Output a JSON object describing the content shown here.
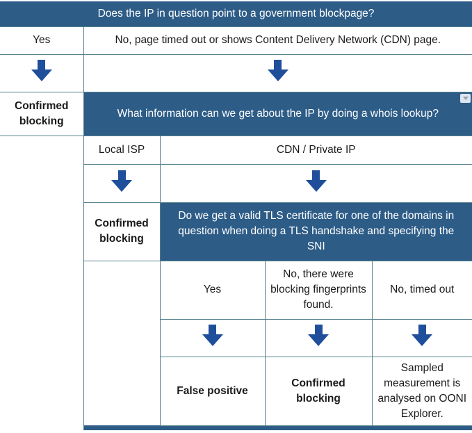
{
  "colors": {
    "question_bg": "#2d5c87",
    "question_text": "#ffffff",
    "arrow": "#1f4e9b",
    "border": "#55818e",
    "body_text": "#1a1a1a",
    "dropdown_chip_bg": "#dce6f2",
    "dropdown_chip_glyph": "#9aa0a6"
  },
  "icons": {
    "down_arrow": "down-block-arrow",
    "q2_corner": "dropdown-chevron"
  },
  "flow": {
    "q1": "Does the IP in question point to a government blockpage?",
    "branch1": {
      "yes": "Yes",
      "no": "No, page timed out or shows Content Delivery Network (CDN) page."
    },
    "outcome_confirmed_1": "Confirmed blocking",
    "q2": "What information can we get about the IP by doing a whois lookup?",
    "branch2": {
      "local_isp": "Local ISP",
      "cdn_private_ip": "CDN / Private IP"
    },
    "outcome_confirmed_2": "Confirmed blocking",
    "q3": "Do we get a valid TLS certificate for one of the domains in question when doing a TLS handshake and specifying the SNI",
    "branch3": {
      "yes": "Yes",
      "no_fingerprints": "No, there were blocking fingerprints found.",
      "no_timed_out": "No, timed out"
    },
    "outcome_false_positive": "False positive",
    "outcome_confirmed_3": "Confirmed blocking",
    "outcome_sampled": "Sampled measurement is analysed on OONI Explorer."
  }
}
